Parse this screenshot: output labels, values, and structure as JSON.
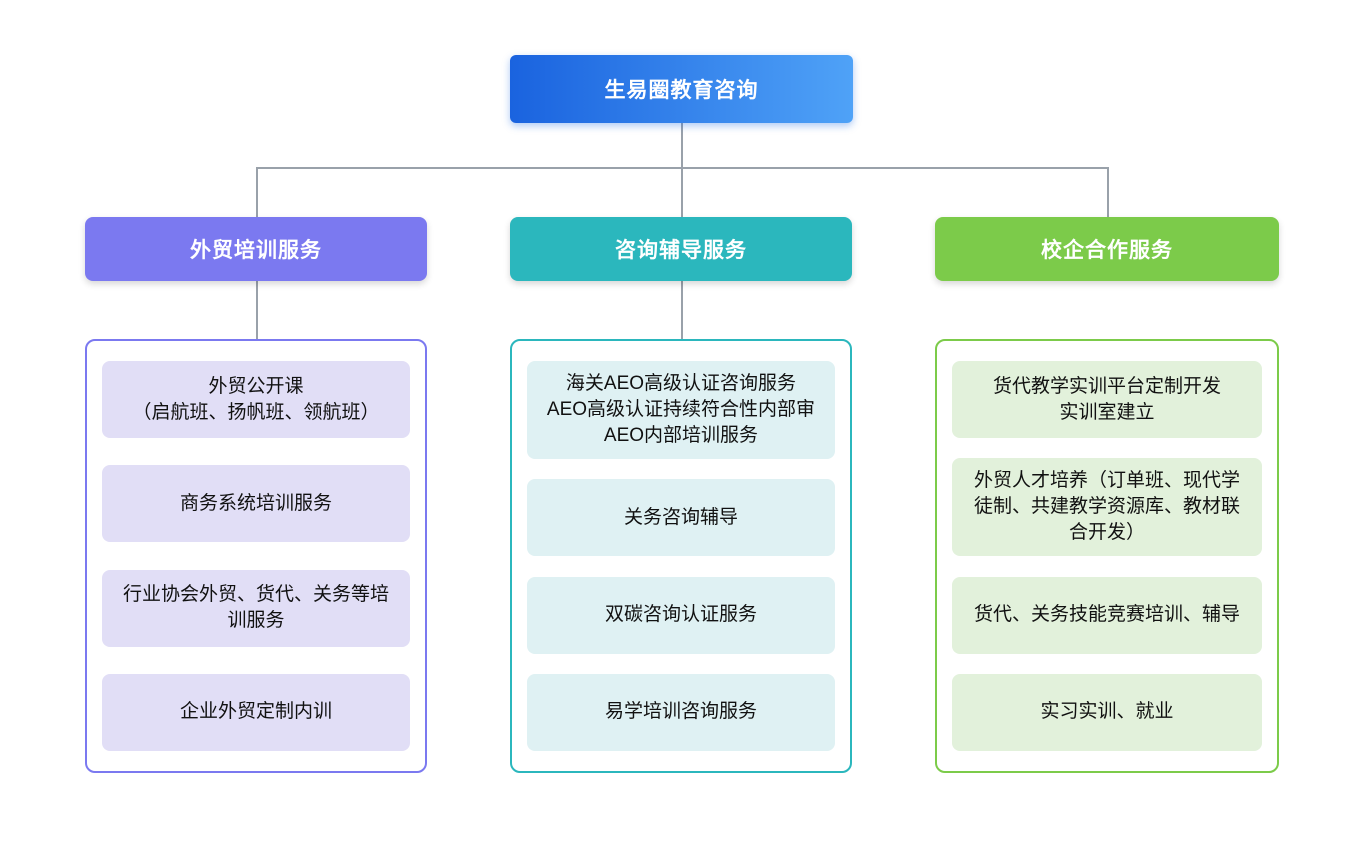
{
  "root": {
    "label": "生易圈教育咨询"
  },
  "branches": [
    {
      "title": "外贸培训服务",
      "accent": "#7B79F0",
      "item_bg": "#E1DEF6",
      "items": [
        "外贸公开课\n（启航班、扬帆班、领航班）",
        "商务系统培训服务",
        "行业协会外贸、货代、关务等培\n训服务",
        "企业外贸定制内训"
      ]
    },
    {
      "title": "咨询辅导服务",
      "accent": "#2BB7BD",
      "item_bg": "#DFF1F3",
      "items": [
        "海关AEO高级认证咨询服务\nAEO高级认证持续符合性内部审\nAEO内部培训服务",
        "关务咨询辅导",
        "双碳咨询认证服务",
        "易学培训咨询服务"
      ]
    },
    {
      "title": "校企合作服务",
      "accent": "#7CCB4A",
      "item_bg": "#E2F1DB",
      "items": [
        "货代教学实训平台定制开发\n实训室建立",
        "外贸人才培养（订单班、现代学\n徒制、共建教学资源库、教材联\n合开发）",
        "货代、关务技能竞赛培训、辅导",
        "实习实训、就业"
      ]
    }
  ],
  "colors": {
    "root_gradient_start": "#1A63DF",
    "root_gradient_end": "#4FA2F7",
    "connector": "#99A1AA",
    "background": "#FFFFFF",
    "item_text": "#111111"
  }
}
